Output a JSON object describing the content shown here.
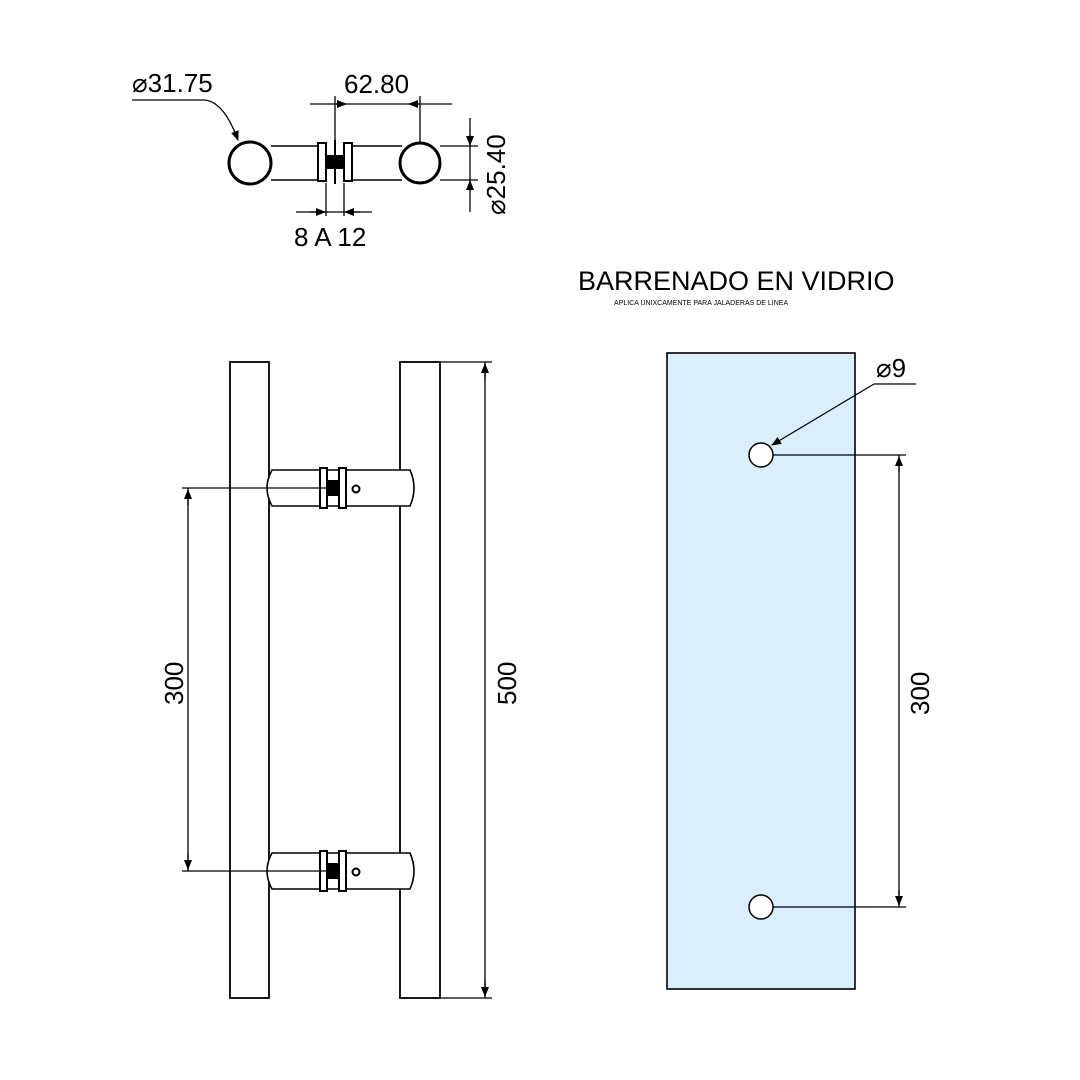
{
  "top_view": {
    "dia_bar": "31.75",
    "spacing": "62.80",
    "dia_post": "25.40",
    "glass_range": "8 A 12"
  },
  "side_view": {
    "center_distance": "300",
    "total_length": "500"
  },
  "glass_panel": {
    "title": "BARRENADO EN VIDRIO",
    "subtitle": "APLICA UNIXCAMENTE PARA JALADERAS DE LINEA",
    "hole_dia": "9",
    "hole_distance": "300",
    "panel_color": "#dbeefb"
  },
  "symbols": {
    "diameter": "⌀"
  }
}
